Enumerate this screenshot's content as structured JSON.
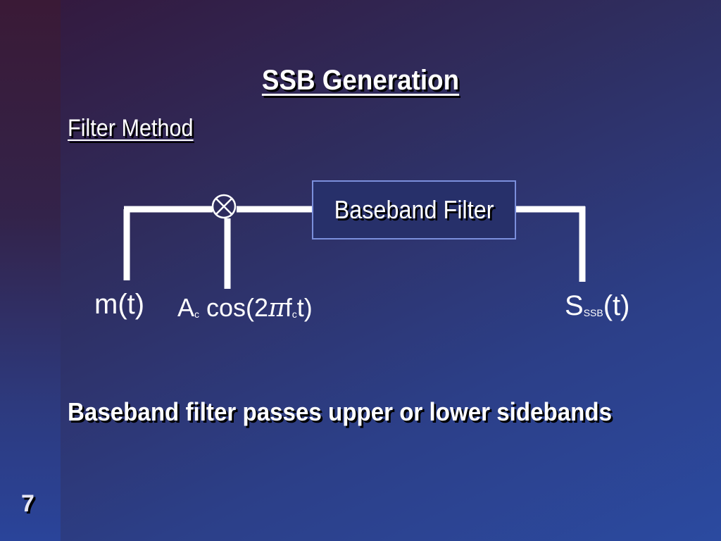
{
  "slide": {
    "title": "SSB Generation",
    "subtitle": "Filter Method",
    "note": "Baseband filter passes upper or lower sidebands",
    "page_number": "7"
  },
  "diagram": {
    "filter_label": "Baseband Filter",
    "input_label": "m(t)",
    "carrier": {
      "amp": "A",
      "amp_sub": "c",
      "func": "cos(2",
      "pi": "π",
      "f": "f",
      "f_sub": "c",
      "tail": "t)"
    },
    "output": {
      "main": "S",
      "sub": "SSB",
      "tail": "(t)"
    },
    "mixer_icon": "multiplier-circle-x"
  },
  "colors": {
    "line": "#ffffff",
    "filter_fill": "#27306a",
    "filter_border": "#7b8fdc"
  }
}
